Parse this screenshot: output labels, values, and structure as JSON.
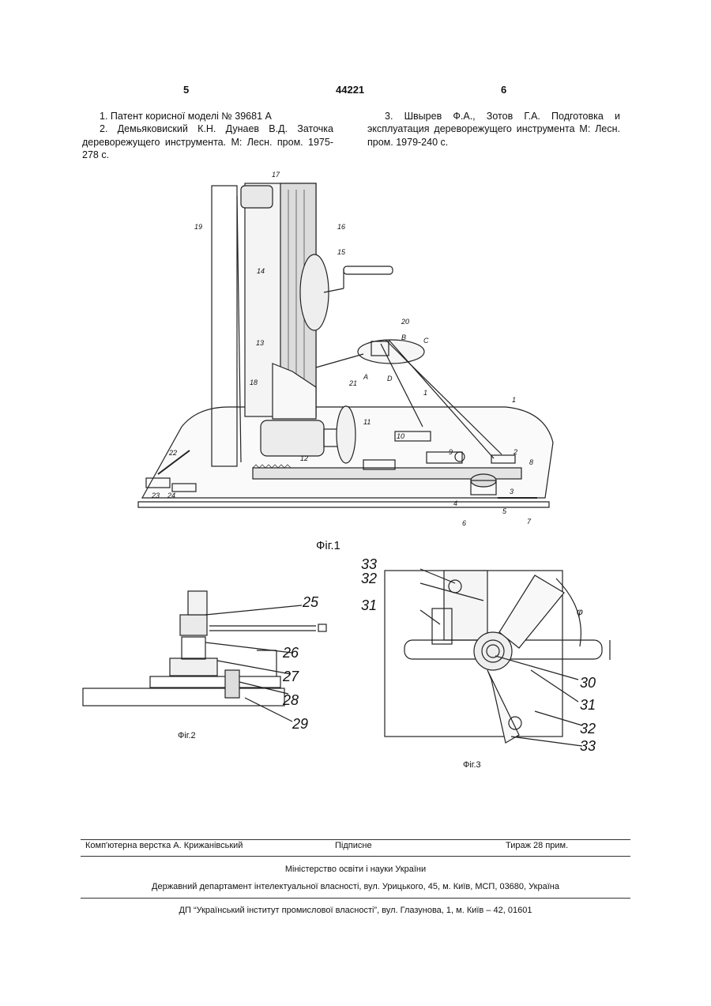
{
  "header": {
    "page_left": "5",
    "patent_number": "44221",
    "page_right": "6"
  },
  "references": {
    "left": [
      "1. Патент корисної моделі № 39681 А",
      "2. Демьякови­ский К.Н. Дунаев В.Д. Заточка дереворежущего инструмента. М: Лесн. пром. 1975-278 с."
    ],
    "right": [
      "3. Швырев Ф.А., Зотов Г.А. Подготовка и эксплуатация дереворежущего инструмента М: Лесн. пром. 1979-240 с."
    ]
  },
  "fig1": {
    "caption": "Фіг.1",
    "labels": [
      "1",
      "1",
      "2",
      "3",
      "4",
      "5",
      "6",
      "7",
      "8",
      "9",
      "10",
      "11",
      "12",
      "13",
      "14",
      "15",
      "16",
      "17",
      "18",
      "19",
      "20",
      "21",
      "22",
      "23",
      "24",
      "A",
      "B",
      "C",
      "D"
    ]
  },
  "fig2": {
    "caption": "Фіг.2",
    "labels": [
      "25",
      "26",
      "27",
      "28",
      "29"
    ]
  },
  "fig3": {
    "caption": "Фіг.3",
    "labels": [
      "33",
      "32",
      "31",
      "30",
      "31",
      "32",
      "33"
    ],
    "angle": "φ"
  },
  "footer": {
    "typesetting": "Комп'ютерна верстка А. Крижанівський",
    "signed": "Підписне",
    "circulation": "Тираж 28 прим.",
    "ministry": "Міністерство освіти і науки України",
    "department": "Державний департамент інтелектуальної власності, вул. Урицького, 45, м. Київ, МСП, 03680, Україна",
    "institute": "ДП “Український інститут промислової власності”, вул. Глазунова, 1, м. Київ – 42, 01601"
  }
}
